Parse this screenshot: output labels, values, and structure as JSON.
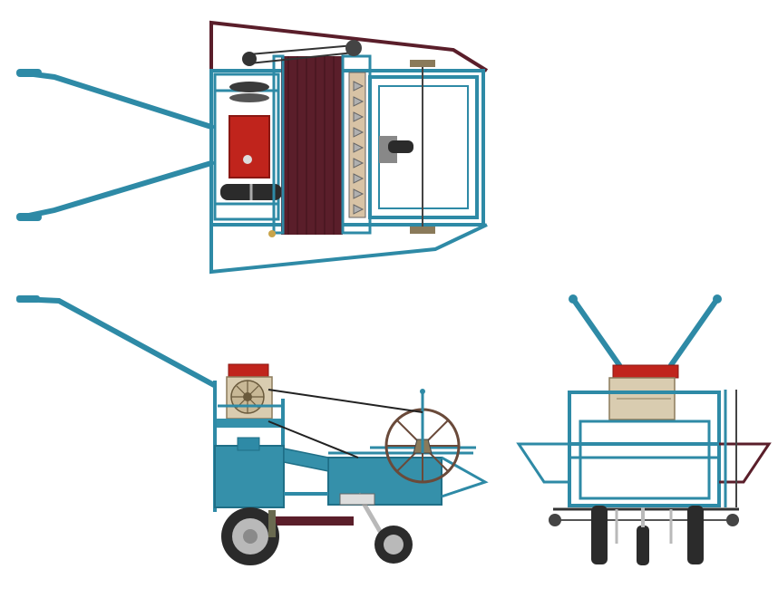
{
  "views": [
    {
      "id": "top-view"
    },
    {
      "id": "side-view"
    },
    {
      "id": "front-view"
    }
  ],
  "colors": {
    "frame": "#2e8aa6",
    "frame_dark": "#1f6f87",
    "frame_fill": "#3590aa",
    "engine_red": "#c0241c",
    "engine_red_dark": "#8a1712",
    "engine_beige": "#d9ccb0",
    "belt_maroon": "#5a1e2a",
    "tire": "#2b2b2b",
    "rim": "#b9b9b9",
    "background": "#ffffff"
  }
}
